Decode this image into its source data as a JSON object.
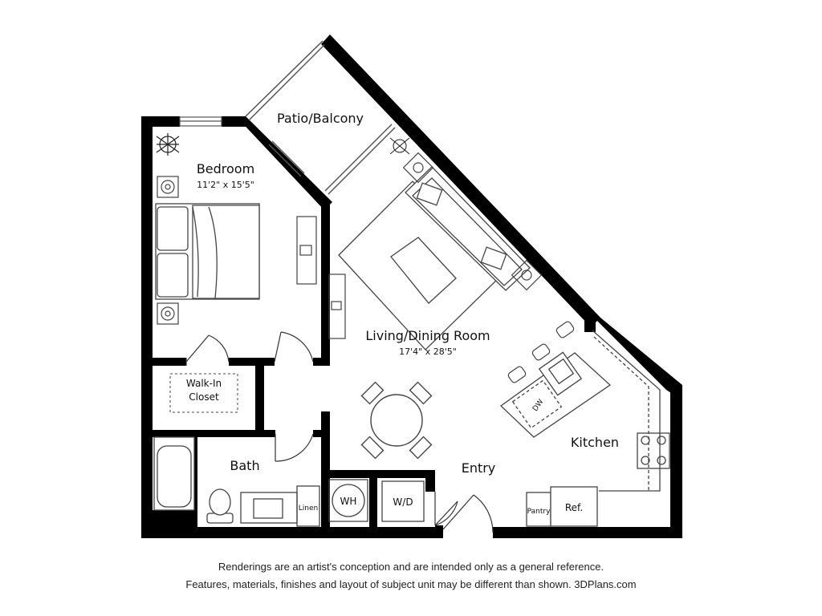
{
  "rooms": {
    "patio": "Patio/Balcony",
    "bedroom": "Bedroom",
    "bedroom_dim": "11'2\" x 15'5\"",
    "living": "Living/Dining Room",
    "living_dim": "17'4\" x 28'5\"",
    "closet_line1": "Walk-In",
    "closet_line2": "Closet",
    "bath": "Bath",
    "kitchen": "Kitchen",
    "entry": "Entry"
  },
  "fixtures": {
    "wh": "WH",
    "wd": "W/D",
    "linen": "Linen",
    "pantry": "Pantry",
    "ref": "Ref.",
    "dw": "DW"
  },
  "disclaimer": {
    "line1": "Renderings are an artist's conception and are intended only as a general reference.",
    "line2": "Features, materials, finishes and layout of subject unit may be different than shown. 3DPlans.com"
  }
}
